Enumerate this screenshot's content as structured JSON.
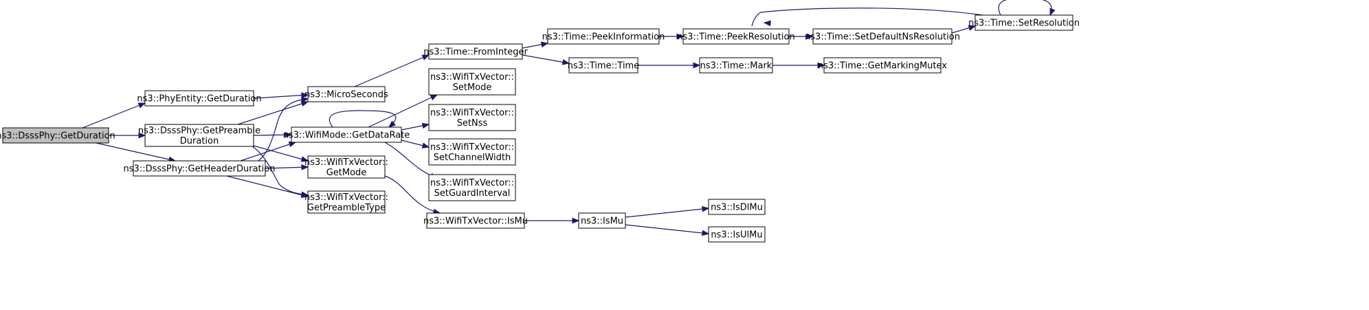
{
  "graph": {
    "nodes": [
      {
        "id": "n0",
        "lines": [
          "ns3::DsssPhy::GetDuration"
        ],
        "highlight": true
      },
      {
        "id": "n1",
        "lines": [
          "ns3::PhyEntity::GetDuration"
        ]
      },
      {
        "id": "n2",
        "lines": [
          "ns3::DsssPhy::GetPreamble",
          "Duration"
        ]
      },
      {
        "id": "n3",
        "lines": [
          "ns3::DsssPhy::GetHeaderDuration"
        ]
      },
      {
        "id": "n4",
        "lines": [
          "ns3::MicroSeconds"
        ]
      },
      {
        "id": "n5",
        "lines": [
          "ns3::WifiMode::GetDataRate"
        ]
      },
      {
        "id": "n6",
        "lines": [
          "ns3::WifiTxVector::",
          "GetMode"
        ]
      },
      {
        "id": "n7",
        "lines": [
          "ns3::WifiTxVector::",
          "GetPreambleType"
        ]
      },
      {
        "id": "n8",
        "lines": [
          "ns3::Time::FromInteger"
        ]
      },
      {
        "id": "n9",
        "lines": [
          "ns3::WifiTxVector::",
          "SetMode"
        ]
      },
      {
        "id": "n10",
        "lines": [
          "ns3::WifiTxVector::",
          "SetNss"
        ]
      },
      {
        "id": "n11",
        "lines": [
          "ns3::WifiTxVector::",
          "SetChannelWidth"
        ]
      },
      {
        "id": "n12",
        "lines": [
          "ns3::WifiTxVector::",
          "SetGuardInterval"
        ]
      },
      {
        "id": "n13",
        "lines": [
          "ns3::WifiTxVector::IsMu"
        ]
      },
      {
        "id": "n14",
        "lines": [
          "ns3::Time::PeekInformation"
        ]
      },
      {
        "id": "n15",
        "lines": [
          "ns3::Time::Time"
        ]
      },
      {
        "id": "n16",
        "lines": [
          "ns3::Time::PeekResolution"
        ]
      },
      {
        "id": "n17",
        "lines": [
          "ns3::Time::Mark"
        ]
      },
      {
        "id": "n18",
        "lines": [
          "ns3::Time::SetDefaultNsResolution"
        ]
      },
      {
        "id": "n19",
        "lines": [
          "ns3::Time::SetResolution"
        ]
      },
      {
        "id": "n20",
        "lines": [
          "ns3::Time::GetMarkingMutex"
        ]
      },
      {
        "id": "n21",
        "lines": [
          "ns3::IsMu"
        ]
      },
      {
        "id": "n22",
        "lines": [
          "ns3::IsDlMu"
        ]
      },
      {
        "id": "n23",
        "lines": [
          "ns3::IsUlMu"
        ]
      }
    ],
    "edges": [
      {
        "from": "n0",
        "to": "n1"
      },
      {
        "from": "n0",
        "to": "n2"
      },
      {
        "from": "n0",
        "to": "n3"
      },
      {
        "from": "n1",
        "to": "n4"
      },
      {
        "from": "n2",
        "to": "n4"
      },
      {
        "from": "n2",
        "to": "n5"
      },
      {
        "from": "n2",
        "to": "n6"
      },
      {
        "from": "n2",
        "to": "n7"
      },
      {
        "from": "n3",
        "to": "n4"
      },
      {
        "from": "n3",
        "to": "n5"
      },
      {
        "from": "n3",
        "to": "n6"
      },
      {
        "from": "n3",
        "to": "n7"
      },
      {
        "from": "n4",
        "to": "n8"
      },
      {
        "from": "n5",
        "to": "n5"
      },
      {
        "from": "n5",
        "to": "n9"
      },
      {
        "from": "n5",
        "to": "n10"
      },
      {
        "from": "n5",
        "to": "n11"
      },
      {
        "from": "n5",
        "to": "n12"
      },
      {
        "from": "n6",
        "to": "n13"
      },
      {
        "from": "n8",
        "to": "n14"
      },
      {
        "from": "n8",
        "to": "n15"
      },
      {
        "from": "n14",
        "to": "n16"
      },
      {
        "from": "n16",
        "to": "n18"
      },
      {
        "from": "n18",
        "to": "n19"
      },
      {
        "from": "n19",
        "to": "n16"
      },
      {
        "from": "n19",
        "to": "n19"
      },
      {
        "from": "n15",
        "to": "n17"
      },
      {
        "from": "n17",
        "to": "n20"
      },
      {
        "from": "n13",
        "to": "n21"
      },
      {
        "from": "n21",
        "to": "n22"
      },
      {
        "from": "n21",
        "to": "n23"
      }
    ],
    "colors": {
      "node_fill": "#ffffff",
      "highlight_fill": "#bfbfbf",
      "border": "#000000",
      "edge": "#191970"
    }
  }
}
